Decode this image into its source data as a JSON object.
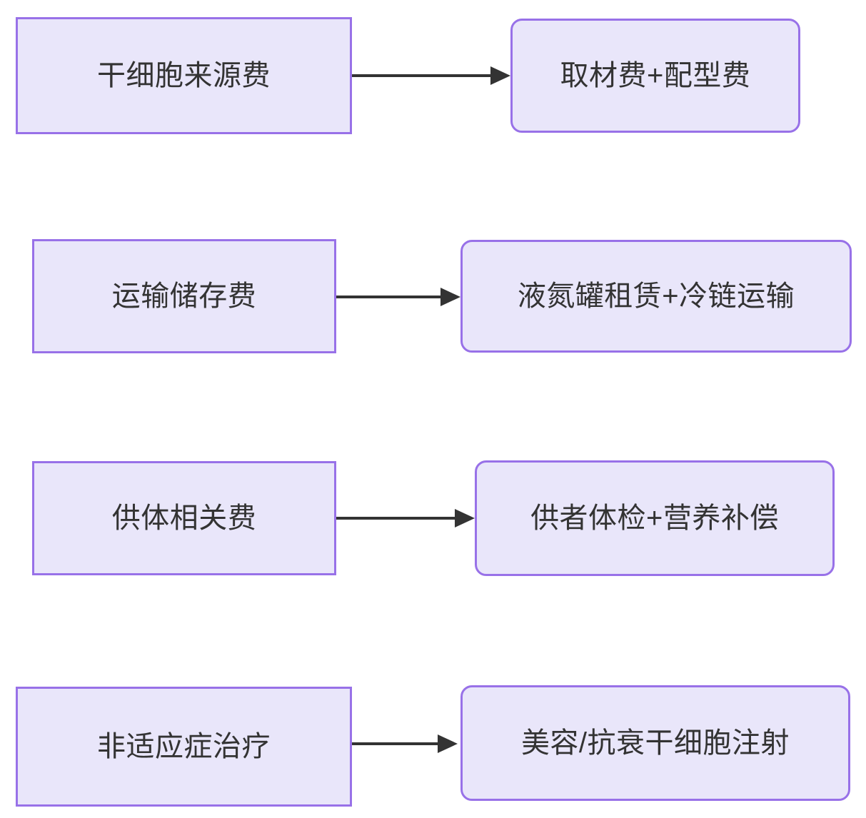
{
  "diagram": {
    "type": "flowchart",
    "direction": "left-to-right",
    "background_color": "#ffffff",
    "node_fill_color": "#e9e6fa",
    "node_border_color": "#9871e8",
    "node_text_color": "#333333",
    "edge_color": "#333333",
    "rows": [
      {
        "source": {
          "label": "干细胞来源费",
          "shape": "rectangle"
        },
        "target": {
          "label": "取材费+配型费",
          "shape": "rounded-rectangle"
        },
        "edge": {
          "label": "",
          "arrow": "arrow-head-filled"
        }
      },
      {
        "source": {
          "label": "运输储存费",
          "shape": "rectangle"
        },
        "target": {
          "label": "液氮罐租赁+冷链运输",
          "shape": "rounded-rectangle"
        },
        "edge": {
          "label": "",
          "arrow": "arrow-head-filled"
        }
      },
      {
        "source": {
          "label": "供体相关费",
          "shape": "rectangle"
        },
        "target": {
          "label": "供者体检+营养补偿",
          "shape": "rounded-rectangle"
        },
        "edge": {
          "label": "",
          "arrow": "arrow-head-filled"
        }
      },
      {
        "source": {
          "label": "非适应症治疗",
          "shape": "rectangle"
        },
        "target": {
          "label": "美容/抗衰干细胞注射",
          "shape": "rounded-rectangle"
        },
        "edge": {
          "label": "",
          "arrow": "arrow-head-filled"
        }
      }
    ]
  }
}
